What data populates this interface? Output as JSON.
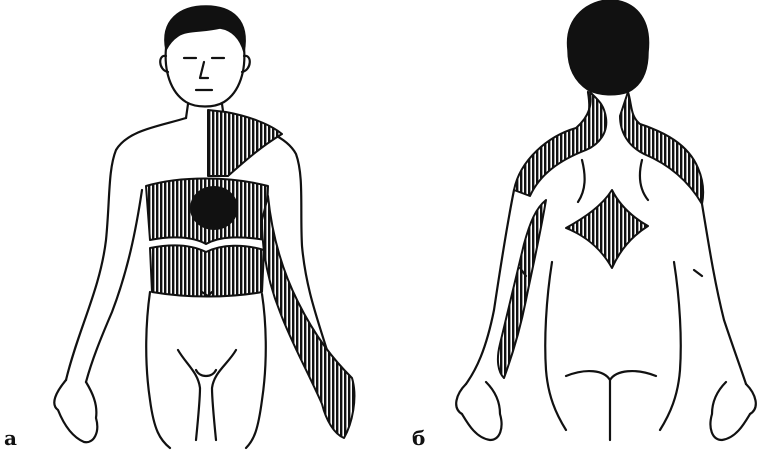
{
  "figure": {
    "panels": [
      {
        "label": "а",
        "view": "front"
      },
      {
        "label": "б",
        "view": "back"
      }
    ],
    "colors": {
      "ink": "#111111",
      "paper": "#ffffff"
    }
  }
}
